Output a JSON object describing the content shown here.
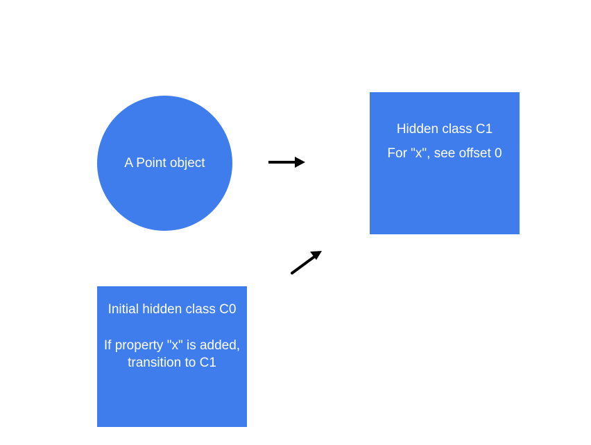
{
  "colors": {
    "node_fill": "#3f7ded",
    "node_text": "#ffffff",
    "arrow": "#000000",
    "background": "#ffffff"
  },
  "nodes": {
    "point_object": {
      "label": "A Point object"
    },
    "hidden_class_c1": {
      "title": "Hidden class C1",
      "description": "For \"x\", see offset 0"
    },
    "hidden_class_c0": {
      "title": "Initial hidden class C0",
      "description_line1": "If property \"x\" is added,",
      "description_line2": "transition to C1"
    }
  },
  "edges": [
    {
      "from": "point_object",
      "to": "hidden_class_c1"
    },
    {
      "from": "hidden_class_c0",
      "to": "hidden_class_c1"
    }
  ]
}
